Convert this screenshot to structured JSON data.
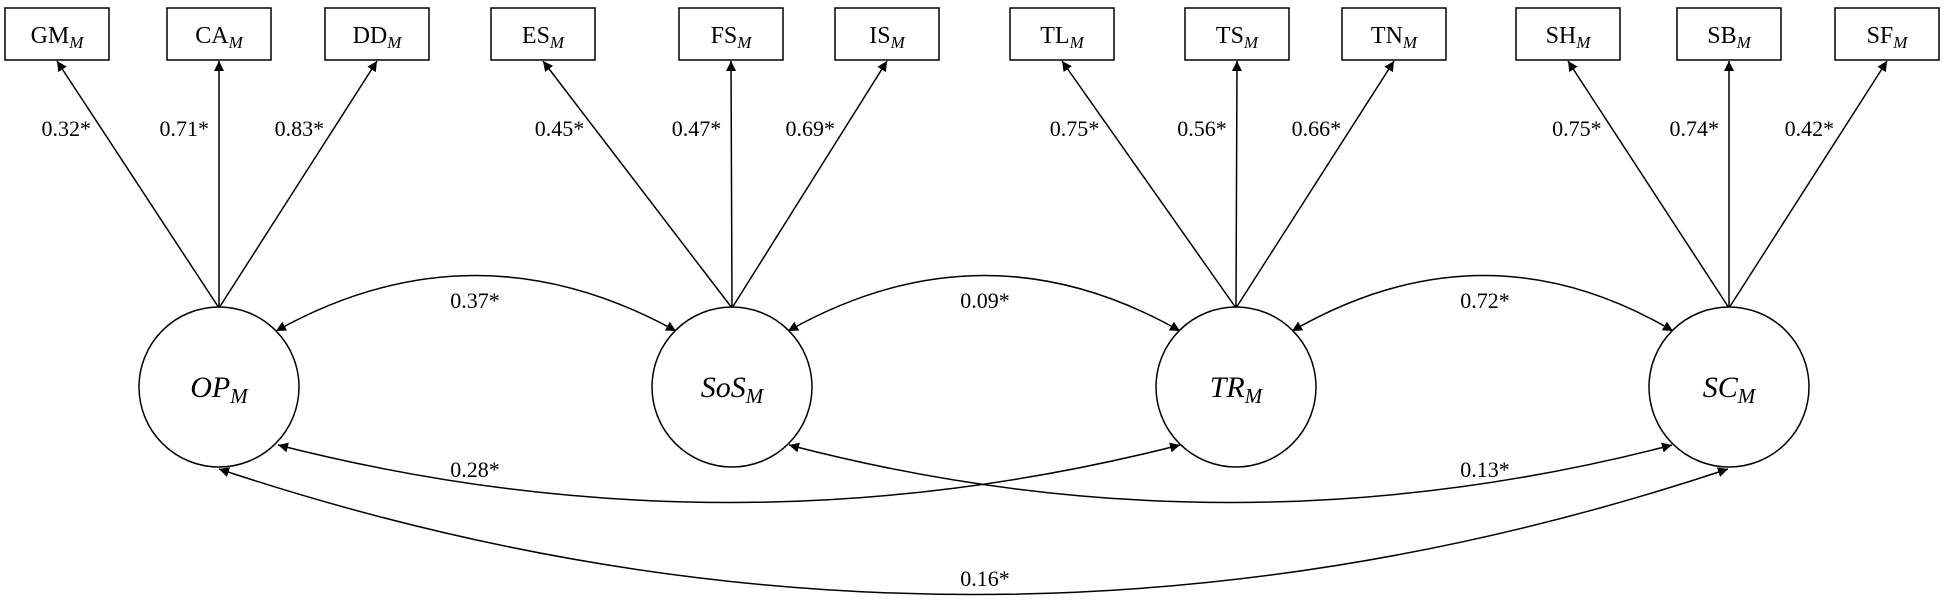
{
  "latents": [
    {
      "id": "OP",
      "name": "OP",
      "sub": "M"
    },
    {
      "id": "SoS",
      "name": "SoS",
      "sub": "M"
    },
    {
      "id": "TR",
      "name": "TR",
      "sub": "M"
    },
    {
      "id": "SC",
      "name": "SC",
      "sub": "M"
    }
  ],
  "indicators": [
    {
      "name": "GM",
      "sub": "M",
      "latent": "OP",
      "loading": "0.32*"
    },
    {
      "name": "CA",
      "sub": "M",
      "latent": "OP",
      "loading": "0.71*"
    },
    {
      "name": "DD",
      "sub": "M",
      "latent": "OP",
      "loading": "0.83*"
    },
    {
      "name": "ES",
      "sub": "M",
      "latent": "SoS",
      "loading": "0.45*"
    },
    {
      "name": "FS",
      "sub": "M",
      "latent": "SoS",
      "loading": "0.47*"
    },
    {
      "name": "IS",
      "sub": "M",
      "latent": "SoS",
      "loading": "0.69*"
    },
    {
      "name": "TL",
      "sub": "M",
      "latent": "TR",
      "loading": "0.75*"
    },
    {
      "name": "TS",
      "sub": "M",
      "latent": "TR",
      "loading": "0.56*"
    },
    {
      "name": "TN",
      "sub": "M",
      "latent": "TR",
      "loading": "0.66*"
    },
    {
      "name": "SH",
      "sub": "M",
      "latent": "SC",
      "loading": "0.75*"
    },
    {
      "name": "SB",
      "sub": "M",
      "latent": "SC",
      "loading": "0.74*"
    },
    {
      "name": "SF",
      "sub": "M",
      "latent": "SC",
      "loading": "0.42*"
    }
  ],
  "correlations": [
    {
      "from": "OP",
      "to": "SoS",
      "value": "0.37*"
    },
    {
      "from": "SoS",
      "to": "TR",
      "value": "0.09*"
    },
    {
      "from": "TR",
      "to": "SC",
      "value": "0.72*"
    },
    {
      "from": "OP",
      "to": "TR",
      "value": "0.28*"
    },
    {
      "from": "SoS",
      "to": "SC",
      "value": "0.13*"
    },
    {
      "from": "OP",
      "to": "SC",
      "value": "0.16*"
    }
  ]
}
